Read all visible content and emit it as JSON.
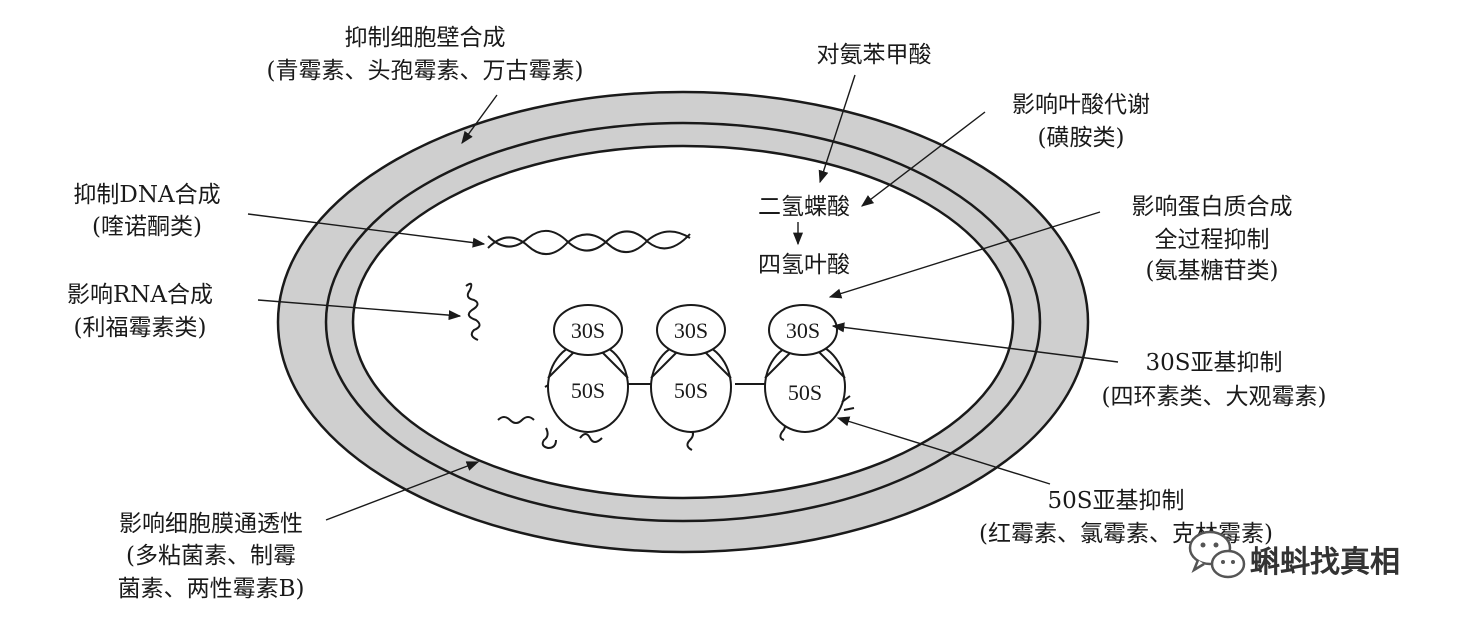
{
  "labels": {
    "cell_wall_title": "抑制细胞壁合成",
    "cell_wall_drugs": "(青霉素、头孢霉素、万古霉素)",
    "paba": "对氨苯甲酸",
    "folate_title": "影响叶酸代谢",
    "folate_drugs": "(磺胺类)",
    "dihydropteroate": "二氢蝶酸",
    "tetrahydrofolate": "四氢叶酸",
    "dna_title": "抑制DNA合成",
    "dna_drugs": "(喹诺酮类)",
    "rna_title": "影响RNA合成",
    "rna_drugs": "(利福霉素类)",
    "protein_line1": "影响蛋白质合成",
    "protein_line2": "全过程抑制",
    "protein_drugs": "(氨基糖苷类)",
    "s30_title": "30S亚基抑制",
    "s30_drugs": "(四环素类、大观霉素)",
    "s50_title": "50S亚基抑制",
    "s50_drugs": "(红霉素、氯霉素、克林霉素)",
    "membrane_line1": "影响细胞膜通透性",
    "membrane_line2": "(多粘菌素、制霉",
    "membrane_line3": "菌素、两性霉素B)"
  },
  "ribosomes": {
    "small_subunit": "30S",
    "large_subunit": "50S"
  },
  "watermark": {
    "text": "蝌蚪找真相",
    "icon": "wechat-icon"
  },
  "colors": {
    "wall_band": "#cfcfcf",
    "outline": "#1a1a1a",
    "background": "#ffffff"
  }
}
